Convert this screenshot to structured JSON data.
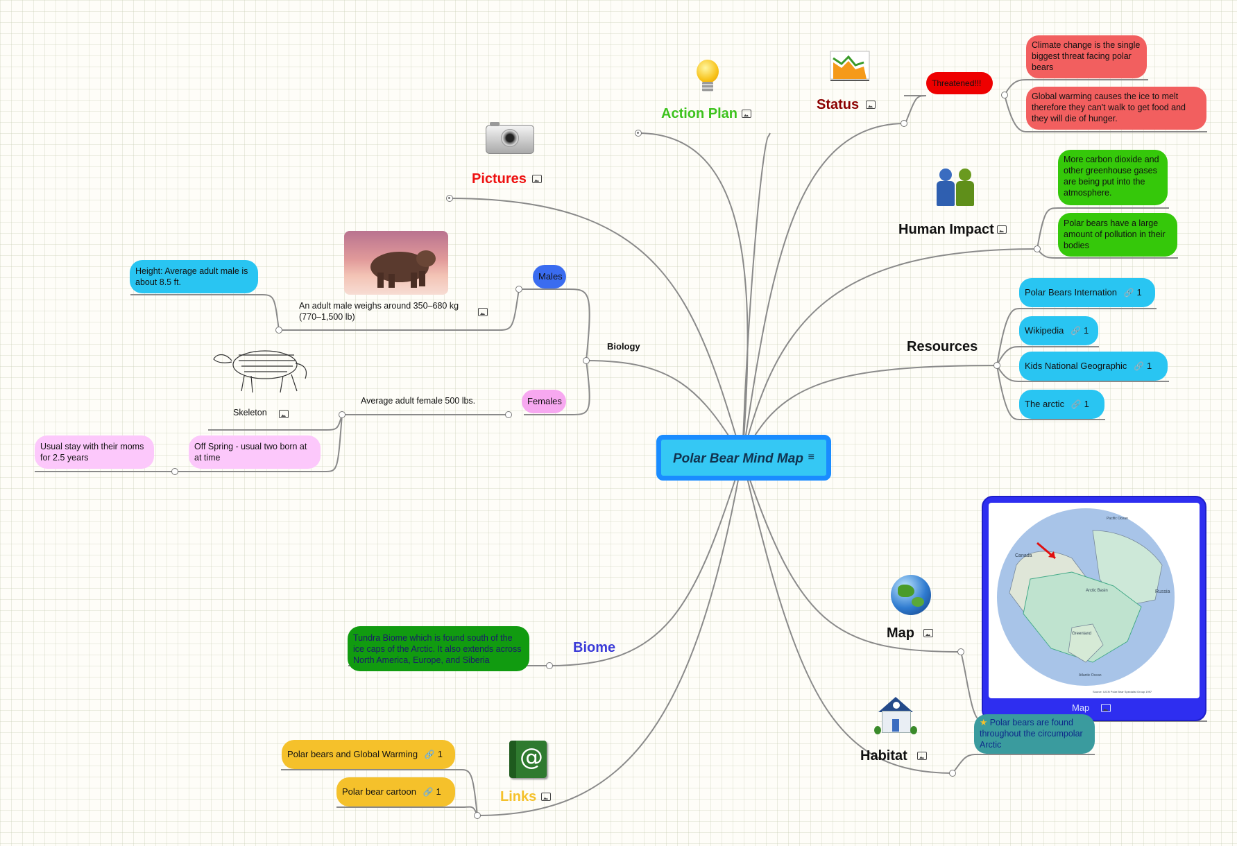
{
  "central": "Polar Bear Mind Map",
  "action_plan": "Action Plan",
  "status": {
    "label": "Status",
    "threatened": "Threatened!!!",
    "note1": "Climate change is the single biggest threat facing polar bears",
    "note2": "Global warming causes the ice to melt  therefore  they can't walk to get food and they will die of hunger."
  },
  "pictures": "Pictures",
  "human_impact": {
    "label": "Human Impact",
    "note1": "More carbon dioxide and other greenhouse gases are being put into the atmosphere.",
    "note2": "Polar bears have a large amount of pollution in their bodies"
  },
  "biology": {
    "label": "Biology",
    "males": "Males",
    "male_weight": "An adult male weighs around 350–680 kg (770–1,500 lb)",
    "height": "Height: Average adult male is about 8.5 ft.",
    "females": "Females",
    "female_weight": "Average adult female 500 lbs.",
    "skeleton": "Skeleton",
    "offspring": "Off Spring - usual two born at at time",
    "stay": "Usual stay with their moms for 2.5 years"
  },
  "resources": {
    "label": "Resources",
    "items": [
      {
        "label": "Polar Bears Internation",
        "count": "1"
      },
      {
        "label": "Wikipedia",
        "count": "1"
      },
      {
        "label": "Kids National Geographic",
        "count": "1"
      },
      {
        "label": "The arctic",
        "count": "1"
      }
    ]
  },
  "map": {
    "label": "Map",
    "card_caption": "Map",
    "map_labels": [
      "Canada",
      "Russia",
      "Arctic Basin",
      "Greenland",
      "Pacific Ocean",
      "Atlantic Ocean",
      "Source: IUCN Polar Bear Specialist Group 1997"
    ]
  },
  "habitat": {
    "label": "Habitat",
    "note": "Polar bears are found throughout the circumpolar Arctic"
  },
  "biome": {
    "label": "Biome",
    "note": "Tundra Biome which is found  south of the ice caps of the Arctic. It also extends across North America, Europe, and Siberia"
  },
  "links": {
    "label": "Links",
    "items": [
      {
        "label": "Polar bears and Global Warming",
        "count": "1"
      },
      {
        "label": "Polar bear cartoon",
        "count": "1"
      }
    ]
  },
  "colors": {
    "central_fill": "#35c8f4",
    "central_border": "#1a8cff",
    "action_plan": "#3cc21c",
    "status": "#8b0000",
    "pictures": "#ee1111",
    "biome": "#3a3ad8",
    "links": "#f5c12b",
    "resources": "#29c5f2",
    "human_impact_notes": "#35c80a",
    "status_notes": "#f25f5f",
    "threatened": "#ee0000",
    "males": "#3a6cf0",
    "females": "#f7a8f0",
    "pink_notes": "#fcc8fb",
    "biome_note": "#119b10",
    "habitat_note": "#3a9b9e",
    "map_card": "#2e2ef0"
  },
  "icons": [
    "lightbulb-icon",
    "chart-icon",
    "camera-icon",
    "people-icon",
    "globe-icon",
    "house-icon",
    "address-book-icon",
    "polar-bear-photo",
    "skeleton-drawing",
    "arctic-map"
  ]
}
